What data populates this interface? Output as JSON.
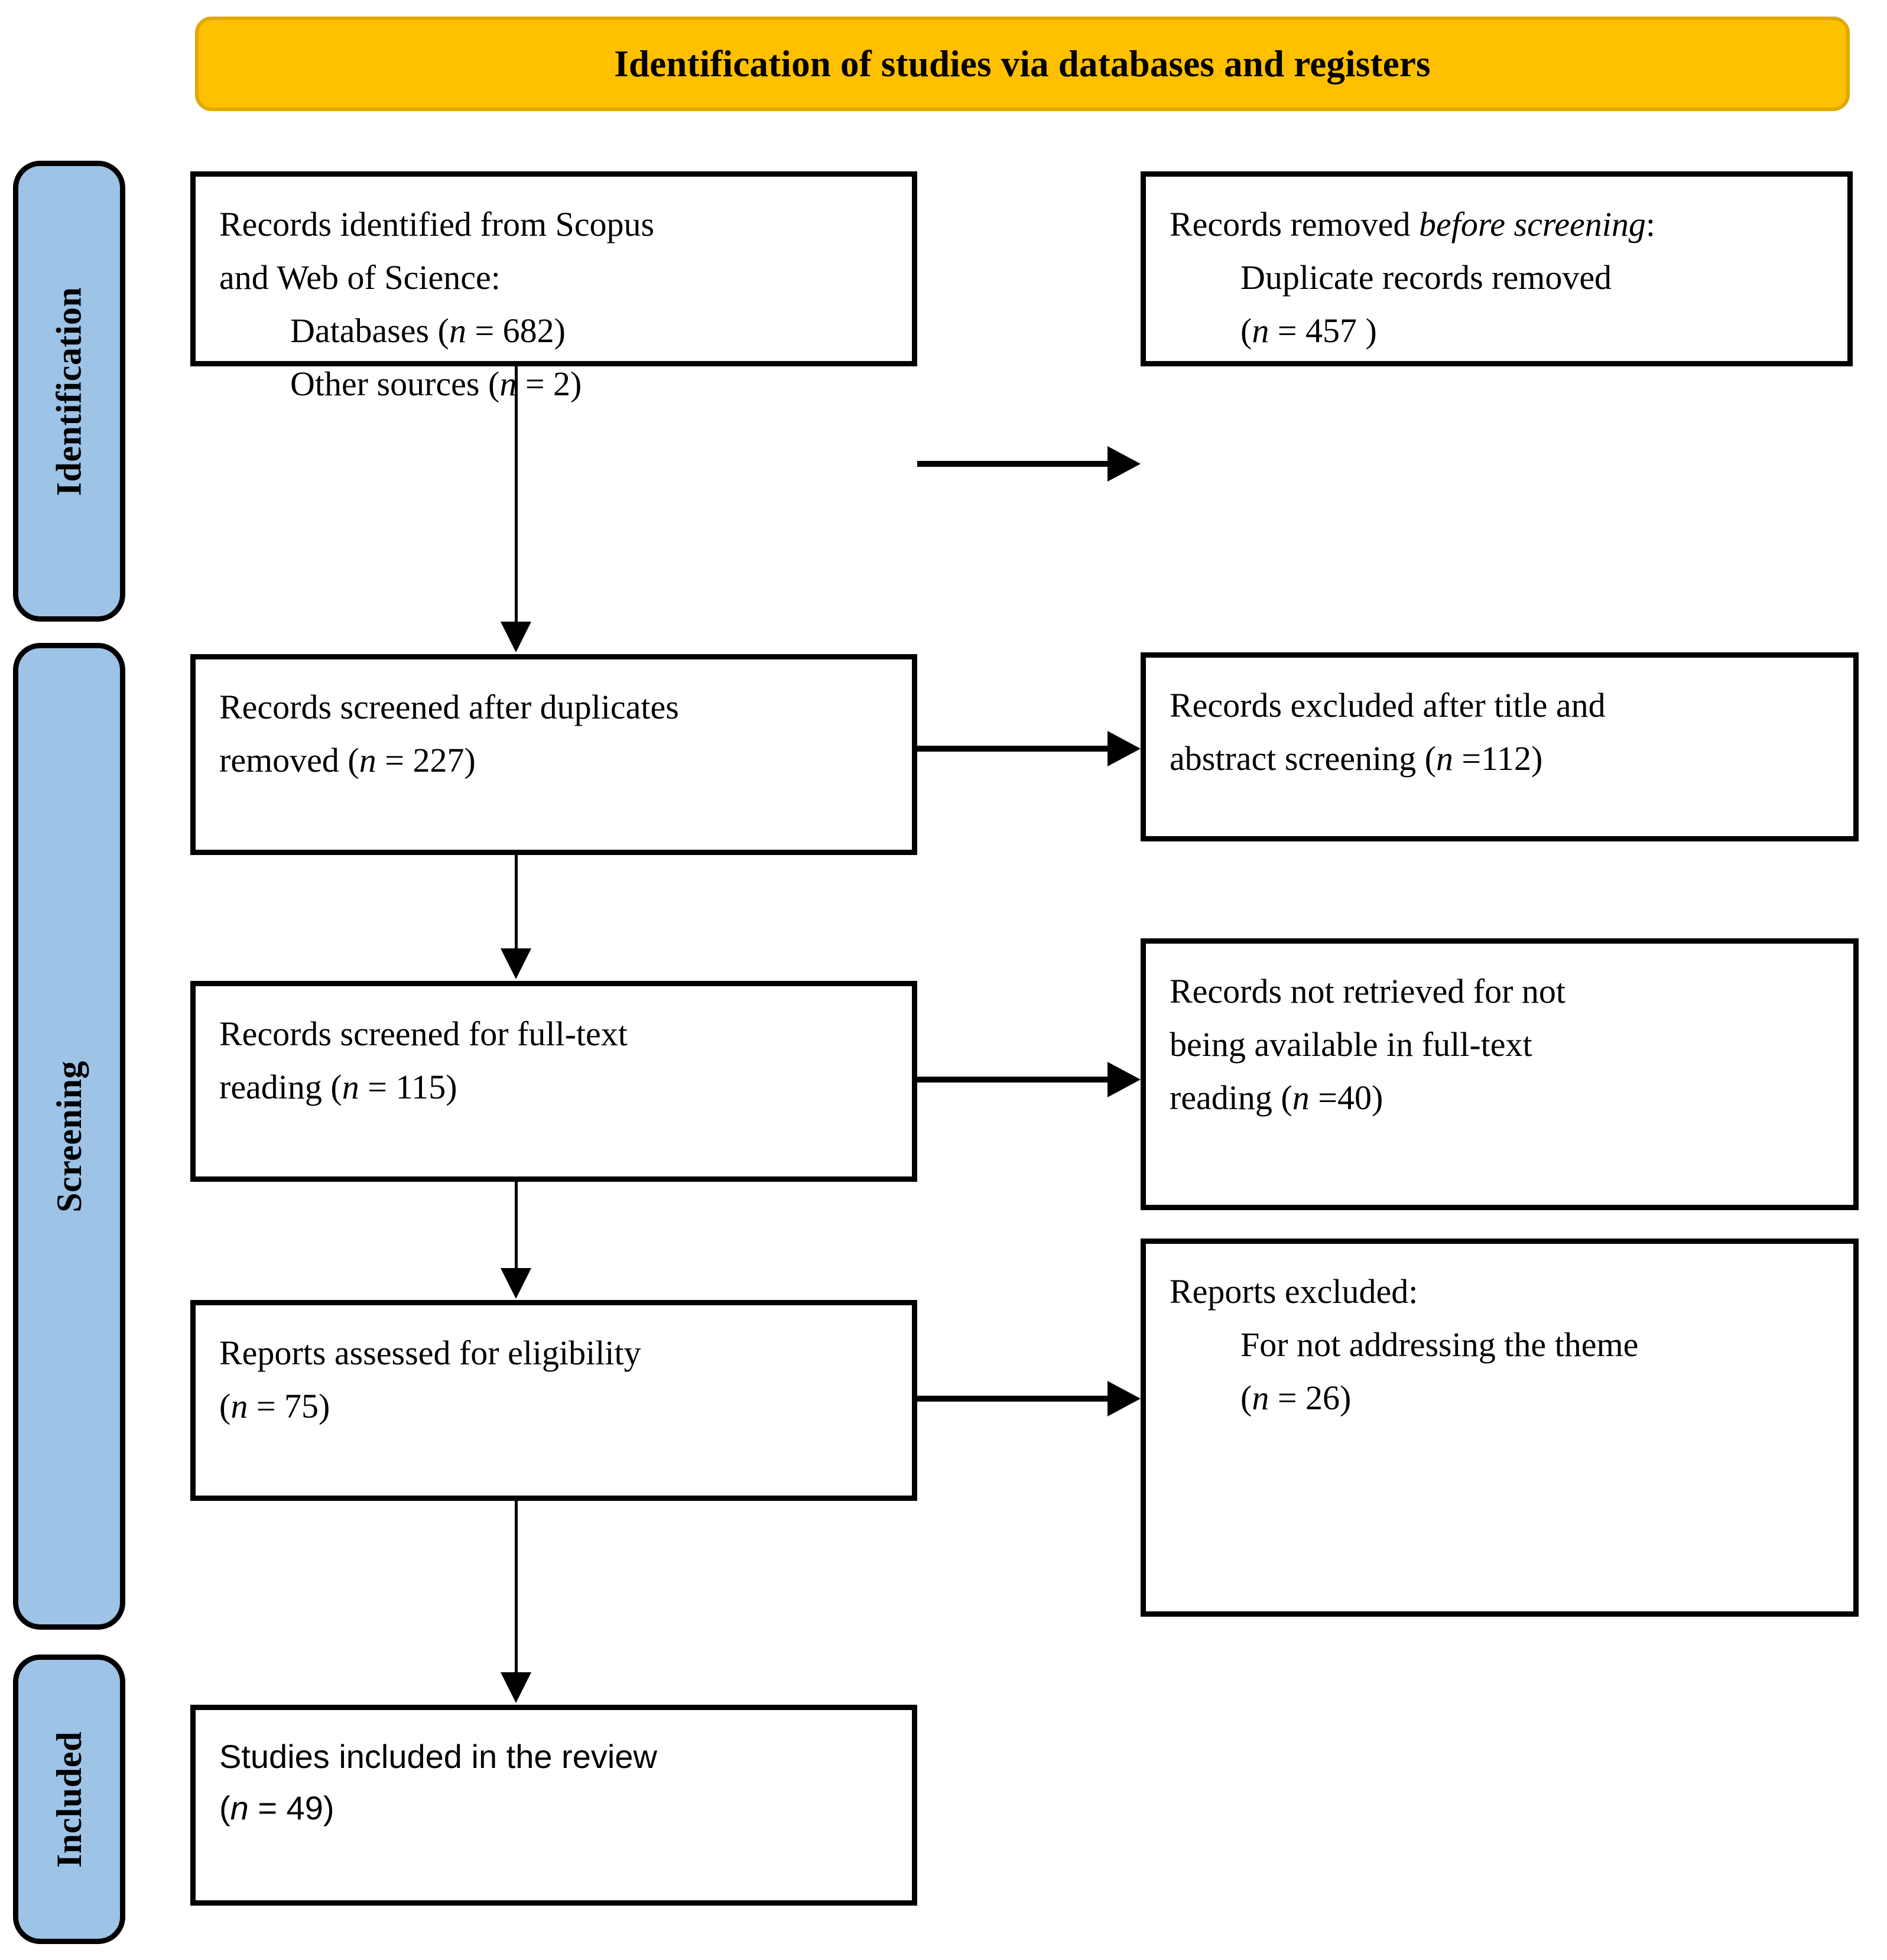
{
  "header": {
    "title": "Identification of studies via databases and registers",
    "background_color": "#FFC000",
    "text_color": "#000000"
  },
  "colors": {
    "stage_band": "#9DC3E6",
    "box_border": "#000000",
    "box_background": "#FFFFFF",
    "arrow": "#000000"
  },
  "stages": [
    {
      "id": "identification",
      "label": "Identification"
    },
    {
      "id": "screening",
      "label": "Screening"
    },
    {
      "id": "included",
      "label": "Included"
    }
  ],
  "boxes": {
    "identified": {
      "line1": "Records identified from Scopus",
      "line2": "and Web of Science:",
      "line3_prefix": "Databases (",
      "line3_var": "n",
      "line3_suffix": " = 682)",
      "line4_prefix": "Other sources (",
      "line4_var": "n",
      "line4_suffix": " = 2)"
    },
    "removed_before_screening": {
      "line1_prefix": "Records removed ",
      "line1_italic": "before screening",
      "line1_suffix": ":",
      "line2": "Duplicate records removed",
      "line3_prefix": "(",
      "line3_var": "n",
      "line3_suffix": " = 457 )"
    },
    "screened_after_duplicates": {
      "line1": "Records screened after duplicates",
      "line2_prefix": "removed (",
      "line2_var": "n",
      "line2_suffix": " = 227)"
    },
    "excluded_title_abstract": {
      "line1": "Records excluded after title and",
      "line2_prefix": "abstract screening (",
      "line2_var": "n",
      "line2_suffix": " =112)"
    },
    "screened_fulltext": {
      "line1": "Records screened for full-text",
      "line2_prefix": "reading (",
      "line2_var": "n",
      "line2_suffix": " = 115)"
    },
    "not_retrieved": {
      "line1": "Records not retrieved for not",
      "line2": "being available in full-text",
      "line3_prefix": "reading (",
      "line3_var": "n",
      "line3_suffix": " =40)"
    },
    "assessed_eligibility": {
      "line1": "Reports assessed for eligibility",
      "line2_prefix": "(",
      "line2_var": "n",
      "line2_suffix": " = 75)"
    },
    "reports_excluded": {
      "line1": "Reports excluded:",
      "line2": "For not addressing the theme",
      "line3_prefix": "(",
      "line3_var": "n",
      "line3_suffix": " = 26)"
    },
    "studies_included": {
      "line1": "Studies included in the review",
      "line2_prefix": "(",
      "line2_var": "n",
      "line2_suffix": " = 49)"
    }
  },
  "chart_data": {
    "type": "flowchart",
    "title": "Identification of studies via databases and registers",
    "stages": [
      "Identification",
      "Screening",
      "Included"
    ],
    "nodes": [
      {
        "id": "identified",
        "stage": "Identification",
        "label": "Records identified from Scopus and Web of Science",
        "counts": {
          "Databases": 682,
          "Other sources": 2
        }
      },
      {
        "id": "removed",
        "stage": "Identification",
        "label": "Records removed before screening: Duplicate records removed",
        "counts": {
          "n": 457
        }
      },
      {
        "id": "screened",
        "stage": "Screening",
        "label": "Records screened after duplicates removed",
        "counts": {
          "n": 227
        }
      },
      {
        "id": "excluded_ta",
        "stage": "Screening",
        "label": "Records excluded after title and abstract screening",
        "counts": {
          "n": 112
        }
      },
      {
        "id": "fulltext",
        "stage": "Screening",
        "label": "Records screened for full-text reading",
        "counts": {
          "n": 115
        }
      },
      {
        "id": "notretrieved",
        "stage": "Screening",
        "label": "Records not retrieved for not being available in full-text reading",
        "counts": {
          "n": 40
        }
      },
      {
        "id": "eligible",
        "stage": "Screening",
        "label": "Reports assessed for eligibility",
        "counts": {
          "n": 75
        }
      },
      {
        "id": "repexcluded",
        "stage": "Screening",
        "label": "Reports excluded: For not addressing the theme",
        "counts": {
          "n": 26
        }
      },
      {
        "id": "included",
        "stage": "Included",
        "label": "Studies included in the review",
        "counts": {
          "n": 49
        }
      }
    ],
    "edges": [
      {
        "from": "identified",
        "to": "removed",
        "direction": "right"
      },
      {
        "from": "identified",
        "to": "screened",
        "direction": "down"
      },
      {
        "from": "screened",
        "to": "excluded_ta",
        "direction": "right"
      },
      {
        "from": "screened",
        "to": "fulltext",
        "direction": "down"
      },
      {
        "from": "fulltext",
        "to": "notretrieved",
        "direction": "right"
      },
      {
        "from": "fulltext",
        "to": "eligible",
        "direction": "down"
      },
      {
        "from": "eligible",
        "to": "repexcluded",
        "direction": "right"
      },
      {
        "from": "eligible",
        "to": "included",
        "direction": "down"
      }
    ]
  }
}
